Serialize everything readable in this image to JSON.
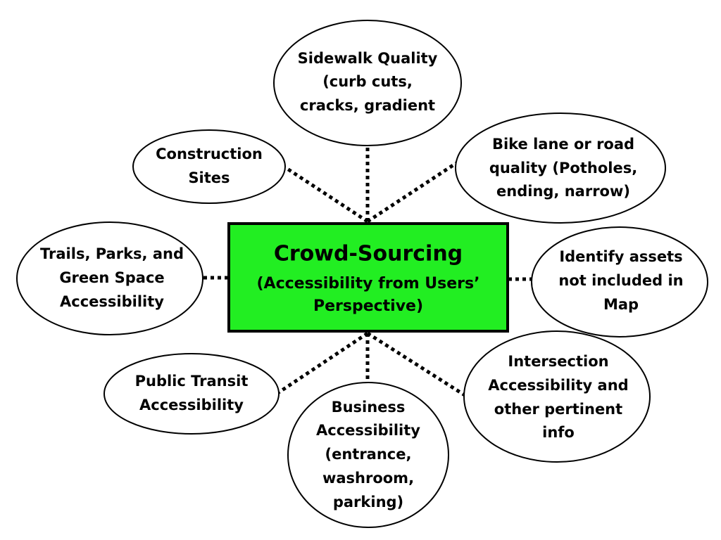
{
  "colors": {
    "center_fill": "#22ee22",
    "center_border": "#000000",
    "bubble_fill": "#ffffff",
    "line": "#000000"
  },
  "center": {
    "title": "Crowd-Sourcing",
    "subtitle_line1": "(Accessibility from Users’",
    "subtitle_line2": "Perspective)"
  },
  "nodes": {
    "sidewalk": [
      "Sidewalk Quality",
      "(curb cuts,",
      "cracks, gradient"
    ],
    "construction": [
      "Construction",
      "Sites"
    ],
    "bike_lane": [
      "Bike lane or road",
      "quality (Potholes,",
      "ending, narrow)"
    ],
    "trails": [
      "Trails, Parks, and",
      "Green Space",
      "Accessibility"
    ],
    "identify": [
      "Identify assets",
      "not included in",
      "Map"
    ],
    "transit": [
      "Public Transit",
      "Accessibility"
    ],
    "business": [
      "Business",
      "Accessibility",
      "(entrance,",
      "washroom,",
      "parking)"
    ],
    "intersection": [
      "Intersection",
      "Accessibility and",
      "other pertinent",
      "info"
    ]
  }
}
